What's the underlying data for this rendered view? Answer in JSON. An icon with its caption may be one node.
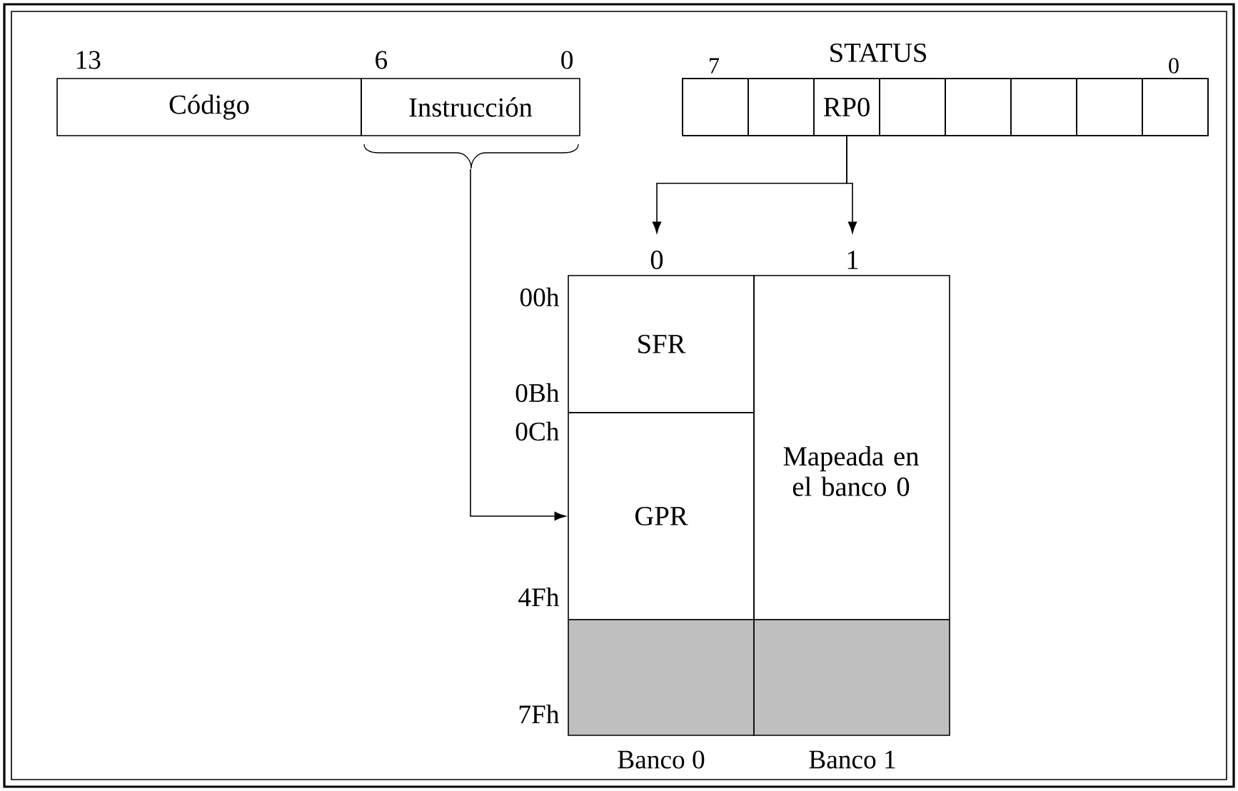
{
  "diagram": {
    "nodes": [
      {
        "text": [
          "Código"
        ]
      },
      {
        "text": [
          "Instrucción"
        ]
      },
      {
        "text": [
          "STATUS"
        ]
      },
      {
        "text": [],
        "shape": "box",
        "in": 2
      },
      {
        "text": [],
        "shape": "box",
        "in": 2
      },
      {
        "text": [
          "RP0"
        ],
        "in": 2
      },
      {
        "text": [],
        "shape": "box",
        "in": 2
      },
      {
        "text": [],
        "shape": "box",
        "in": 2
      },
      {
        "text": [],
        "shape": "box",
        "in": 2
      },
      {
        "text": [],
        "shape": "box",
        "in": 2
      },
      {
        "text": [],
        "shape": "box",
        "in": 2
      },
      {
        "text": [
          "0"
        ]
      },
      {
        "text": [
          "1"
        ]
      },
      {
        "text": [
          "SFR"
        ]
      },
      {
        "text": [
          "GPR"
        ]
      },
      {
        "text": [
          "Mapeada en el banco 0"
        ]
      },
      {
        "text": [],
        "shape": "box"
      },
      {
        "text": [],
        "shape": "box"
      }
    ],
    "edges": [
      {
        "from": 5,
        "to": 11,
        "arrow": "to"
      },
      {
        "from": 5,
        "to": 12,
        "arrow": "to"
      },
      {
        "from": 1,
        "to": 14,
        "arrow": "to"
      }
    ],
    "labels": [
      "13",
      "6",
      "0",
      "7",
      "0",
      "00h",
      "0Bh",
      "0Ch",
      "4Fh",
      "7Fh",
      "Banco 0",
      "Banco 1"
    ]
  }
}
